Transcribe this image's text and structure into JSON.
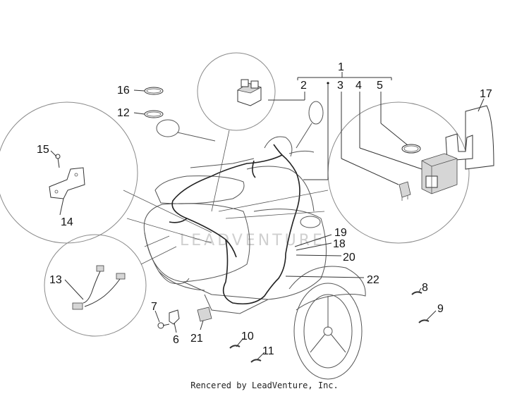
{
  "diagram": {
    "callouts": [
      "1",
      "2",
      "3",
      "4",
      "5",
      "6",
      "7",
      "8",
      "9",
      "10",
      "11",
      "12",
      "13",
      "14",
      "15",
      "16",
      "17",
      "18",
      "19",
      "20",
      "21",
      "22"
    ],
    "watermark": "LEADVENTURE"
  },
  "footer": {
    "credit": "Rencered by LeadVenture, Inc."
  }
}
